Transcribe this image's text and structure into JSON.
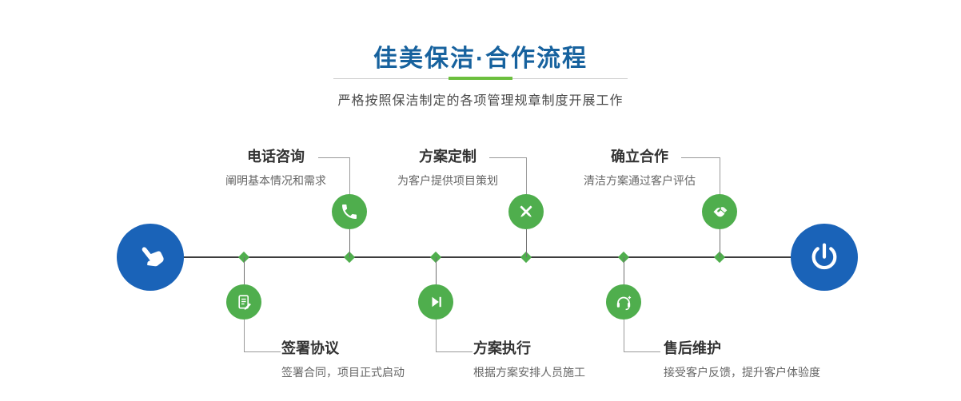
{
  "header": {
    "title": "佳美保洁·合作流程",
    "subtitle": "严格按照保洁制定的各项管理规章制度开展工作"
  },
  "colors": {
    "title_blue": "#17629e",
    "node_blue": "#1a63b8",
    "step_green": "#4fae4d",
    "underline_green": "#6cbf3e",
    "line_dark": "#3c3c3c"
  },
  "timeline": {
    "start_icon": "hand-pointer-icon",
    "end_icon": "power-icon",
    "steps_top": [
      {
        "title": "电话咨询",
        "desc": "阐明基本情况和需求",
        "icon": "phone-icon"
      },
      {
        "title": "方案定制",
        "desc": "为客户提供项目策划",
        "icon": "design-icon"
      },
      {
        "title": "确立合作",
        "desc": "清洁方案通过客户评估",
        "icon": "handshake-icon"
      }
    ],
    "steps_bottom": [
      {
        "title": "签署协议",
        "desc": "签署合同，项目正式启动",
        "icon": "contract-icon"
      },
      {
        "title": "方案执行",
        "desc": "根据方案安排人员施工",
        "icon": "execute-icon"
      },
      {
        "title": "售后维护",
        "desc": "接受客户反馈，提升客户体验度",
        "icon": "aftersales-icon"
      }
    ]
  }
}
